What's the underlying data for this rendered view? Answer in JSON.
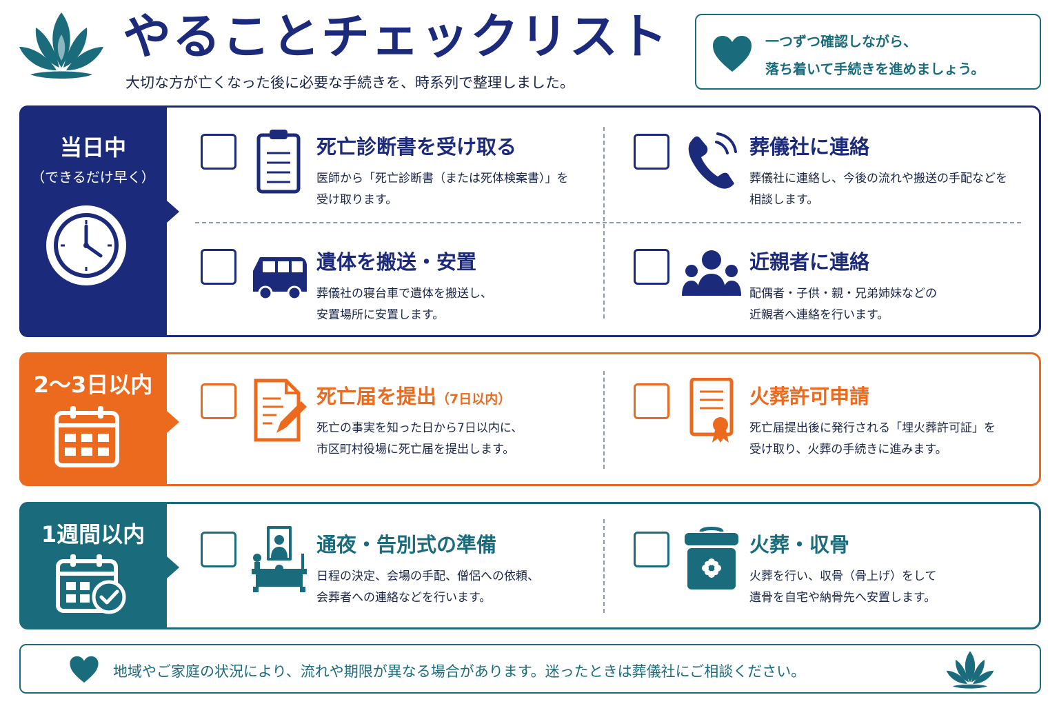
{
  "header": {
    "logo_icon": "lotus-icon",
    "title": "やることチェックリスト",
    "subtitle": "大切な方が亡くなった後に必要な手続きを、時系列で整理しました。"
  },
  "note": {
    "icon": "heart-icon",
    "line1": "一つずつ確認しながら、",
    "line2": "落ち着いて手続きを進めましょう。"
  },
  "sections": [
    {
      "label": "当日中",
      "sublabel": "（できるだけ早く）",
      "color": "#1b2a7a",
      "icon": "clock-icon",
      "tasks": [
        {
          "title": "死亡診断書を受け取る",
          "title_note": "",
          "desc1": "医師から「死亡診断書（または死体検案書）」を",
          "desc2": "受け取ります。",
          "icon": "clipboard-icon",
          "checked": false
        },
        {
          "title": "葬儀社に連絡",
          "title_note": "",
          "desc1": "葬儀社に連絡し、今後の流れや搬送の手配などを",
          "desc2": "相談します。",
          "icon": "phone-icon",
          "checked": false
        },
        {
          "title": "遺体を搬送・安置",
          "title_note": "",
          "desc1": "葬儀社の寝台車で遺体を搬送し、",
          "desc2": "安置場所に安置します。",
          "icon": "van-icon",
          "checked": false
        },
        {
          "title": "近親者に連絡",
          "title_note": "",
          "desc1": "配偶者・子供・親・兄弟姉妹などの",
          "desc2": "近親者へ連絡を行います。",
          "icon": "family-icon",
          "checked": false
        }
      ]
    },
    {
      "label": "2〜3日以内",
      "sublabel": "",
      "color": "#ec6a1e",
      "icon": "calendar-icon",
      "tasks": [
        {
          "title": "死亡届を提出",
          "title_note": "（7日以内）",
          "desc1": "死亡の事実を知った日から7日以内に、",
          "desc2": "市区町村役場に死亡届を提出します。",
          "icon": "document-pen-icon",
          "checked": false
        },
        {
          "title": "火葬許可申請",
          "title_note": "",
          "desc1": "死亡届提出後に発行される「埋火葬許可証」を",
          "desc2": "受け取り、火葬の手続きに進みます。",
          "icon": "certificate-icon",
          "checked": false
        }
      ]
    },
    {
      "label": "1週間以内",
      "sublabel": "",
      "color": "#1a6b7c",
      "icon": "calendar-check-icon",
      "tasks": [
        {
          "title": "通夜・告別式の準備",
          "title_note": "",
          "desc1": "日程の決定、会場の手配、僧侶への依頼、",
          "desc2": "会葬者への連絡などを行います。",
          "icon": "altar-icon",
          "checked": false
        },
        {
          "title": "火葬・収骨",
          "title_note": "",
          "desc1": "火葬を行い、収骨（骨上げ）をして",
          "desc2": "遺骨を自宅や納骨先へ安置します。",
          "icon": "urn-icon",
          "checked": false
        }
      ]
    }
  ],
  "footer": {
    "icon": "heart-icon",
    "text": "地域やご家庭の状況により、流れや期限が異なる場合があります。迷ったときは葬儀社にご相談ください。",
    "logo_icon": "lotus-icon"
  }
}
